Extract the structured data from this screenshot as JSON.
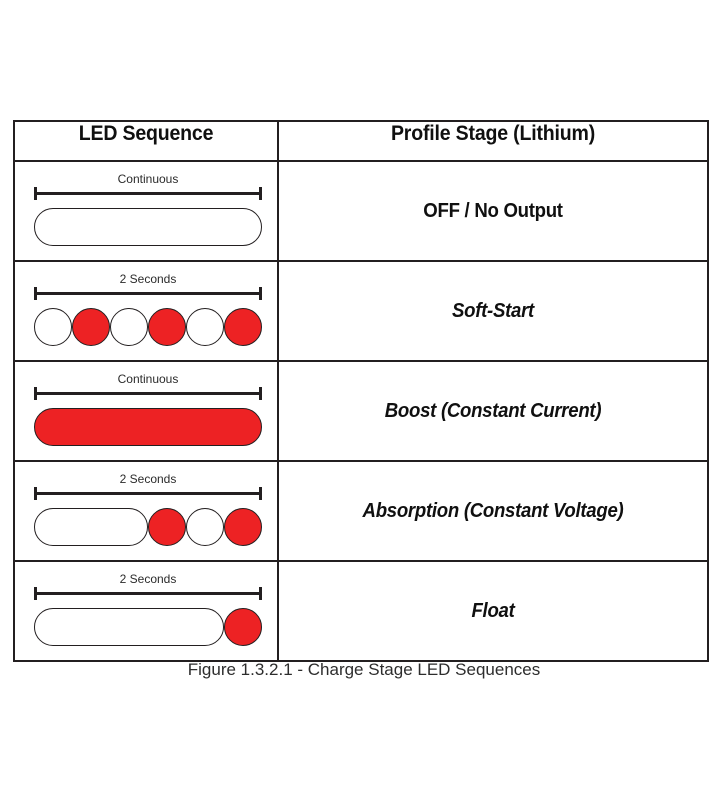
{
  "figure": {
    "caption": "Figure 1.3.2.1 - Charge Stage LED Sequences"
  },
  "table": {
    "headers": {
      "led_sequence": "LED Sequence",
      "profile_stage": "Profile Stage (Lithium)"
    },
    "rows": [
      {
        "timing_label": "Continuous",
        "stage": "OFF / No Output",
        "stage_italic": false,
        "segments": [
          {
            "units": 6,
            "state": "off"
          }
        ]
      },
      {
        "timing_label": "2 Seconds",
        "stage": "Soft-Start",
        "stage_italic": true,
        "segments": [
          {
            "units": 1,
            "state": "off"
          },
          {
            "units": 1,
            "state": "on"
          },
          {
            "units": 1,
            "state": "off"
          },
          {
            "units": 1,
            "state": "on"
          },
          {
            "units": 1,
            "state": "off"
          },
          {
            "units": 1,
            "state": "on"
          }
        ]
      },
      {
        "timing_label": "Continuous",
        "stage": "Boost (Constant Current)",
        "stage_italic": true,
        "segments": [
          {
            "units": 6,
            "state": "on"
          }
        ]
      },
      {
        "timing_label": "2 Seconds",
        "stage": "Absorption (Constant Voltage)",
        "stage_italic": true,
        "segments": [
          {
            "units": 3,
            "state": "off"
          },
          {
            "units": 1,
            "state": "on"
          },
          {
            "units": 1,
            "state": "off"
          },
          {
            "units": 1,
            "state": "on"
          }
        ]
      },
      {
        "timing_label": "2 Seconds",
        "stage": "Float",
        "stage_italic": true,
        "segments": [
          {
            "units": 5,
            "state": "off"
          },
          {
            "units": 1,
            "state": "on"
          }
        ]
      }
    ]
  },
  "colors": {
    "led_on": "#ED2224",
    "led_off": "#FFFFFF",
    "outline": "#231F20",
    "text": "#101010"
  }
}
